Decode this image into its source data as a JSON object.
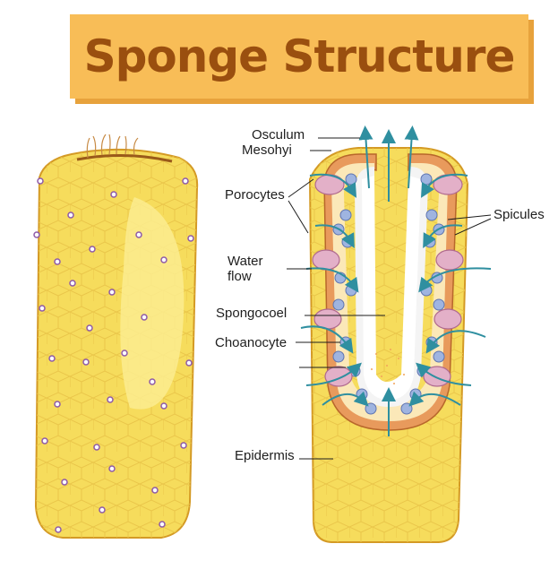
{
  "title": "Sponge Structure",
  "labels": {
    "osculum": "Osculum",
    "mesohyl": "Mesohyi",
    "porocytes": "Porocytes",
    "water_flow_line1": "Water",
    "water_flow_line2": "flow",
    "spongocoel": "Spongocoel",
    "choanocyte": "Choanocyte",
    "epidermis": "Epidermis",
    "spicules": "Spicules"
  },
  "colors": {
    "banner": "#f8bd57",
    "title_text": "#9a4f0f",
    "body_yellow": "#f6dc5c",
    "body_light": "#fbec8f",
    "body_outline": "#d49a25",
    "mesohyl_orange": "#e89a5c",
    "water_arrow": "#2f8fa0",
    "choanocyte_blue": "#9fb4e0",
    "porocyte_pink": "#e3b0c8",
    "spongocoel_white": "#f4f4f4"
  }
}
